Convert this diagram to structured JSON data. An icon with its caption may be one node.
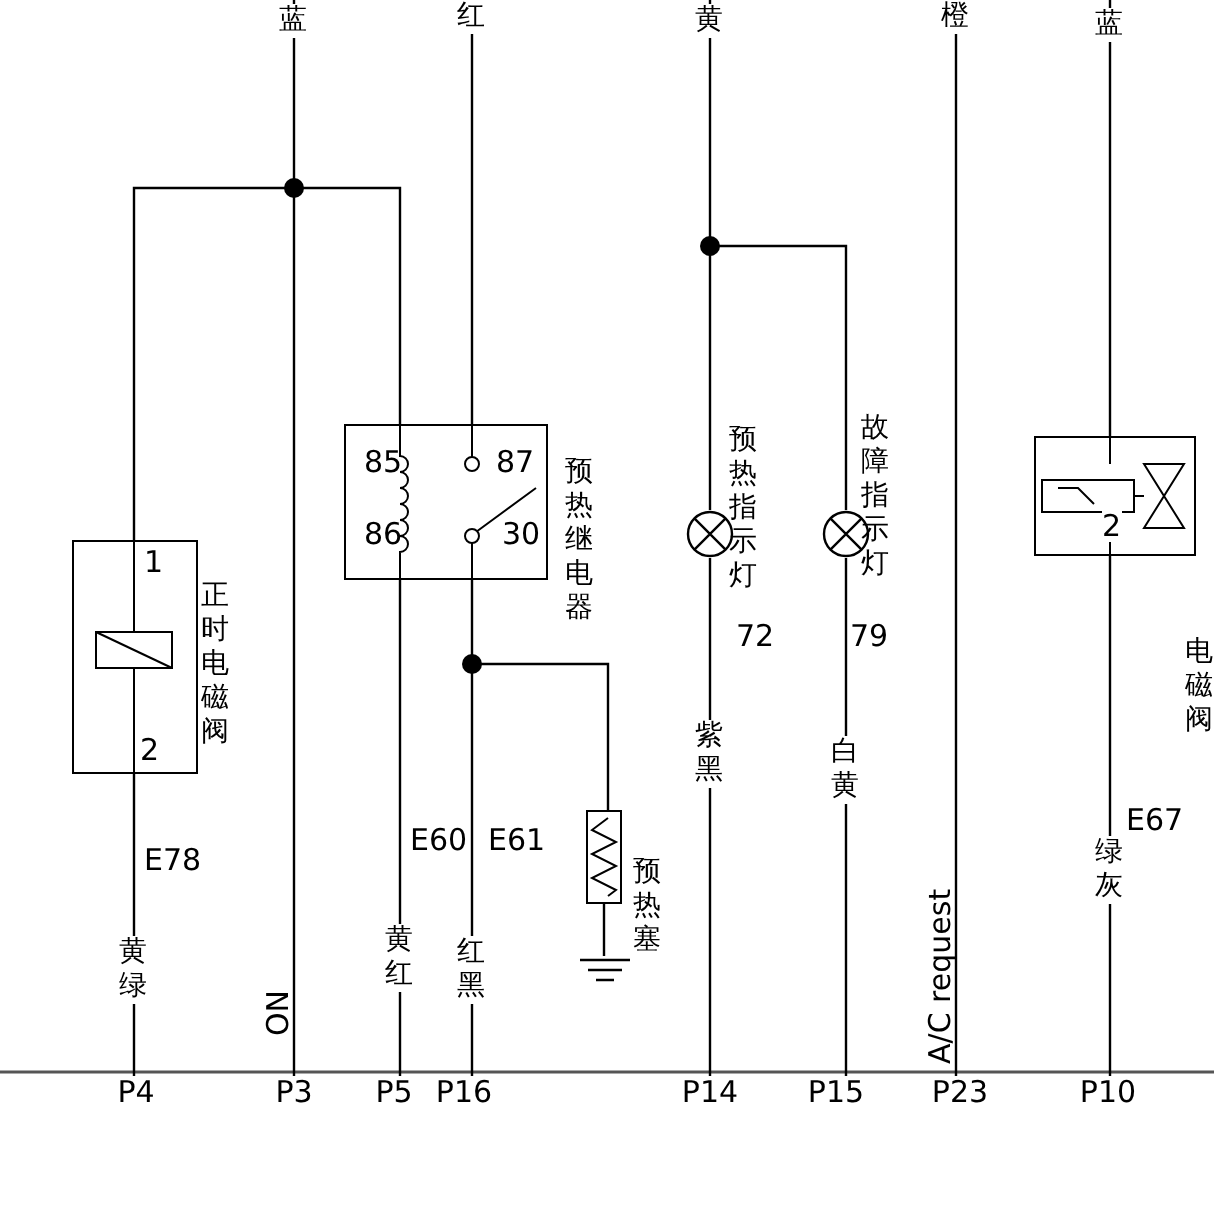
{
  "diagram": {
    "nodes": [
      {
        "text": [
          "1",
          "2"
        ],
        "beside": [
          "正时电磁阀",
          "E78"
        ]
      },
      {
        "text": [
          "85",
          "86",
          "87",
          "30"
        ],
        "beside": [
          "预热继电器"
        ]
      },
      {
        "text": [],
        "shape": "circle",
        "beside": [
          "预热指示灯",
          "72"
        ]
      },
      {
        "text": [],
        "shape": "circle",
        "beside": [
          "故障指示灯",
          "79"
        ]
      },
      {
        "text": [],
        "shape": "box",
        "beside": [
          "预热塞"
        ]
      },
      {
        "text": [
          "2"
        ],
        "beside": [
          "电磁阀"
        ]
      },
      {
        "text": [],
        "shape": "dot"
      },
      {
        "text": [],
        "shape": "dot"
      },
      {
        "text": [],
        "shape": "dot"
      },
      {
        "text": [
          "P4"
        ]
      },
      {
        "text": [
          "P3"
        ]
      },
      {
        "text": [
          "P5"
        ]
      },
      {
        "text": [
          "P16"
        ]
      },
      {
        "text": [
          "P14"
        ]
      },
      {
        "text": [
          "P15"
        ]
      },
      {
        "text": [
          "P23"
        ]
      },
      {
        "text": [
          "P10"
        ]
      },
      {
        "text": [],
        "shape": "ground"
      }
    ],
    "edges": [
      {
        "from": null,
        "to": 6,
        "arrow": "none",
        "label": "蓝"
      },
      {
        "from": 6,
        "to": 0,
        "arrow": "none"
      },
      {
        "from": 6,
        "to": 10,
        "arrow": "none"
      },
      {
        "from": 6,
        "to": 1,
        "arrow": "none"
      },
      {
        "from": null,
        "to": 1,
        "arrow": "none",
        "label": "红"
      },
      {
        "from": 0,
        "to": 9,
        "arrow": "none",
        "label": "黄绿"
      },
      {
        "from": 1,
        "to": 11,
        "arrow": "none",
        "label": "黄红"
      },
      {
        "from": 1,
        "to": 8,
        "arrow": "none"
      },
      {
        "from": 8,
        "to": 12,
        "arrow": "none",
        "label": "红黑"
      },
      {
        "from": 8,
        "to": 4,
        "arrow": "none"
      },
      {
        "from": 4,
        "to": 17,
        "arrow": "none"
      },
      {
        "from": null,
        "to": 7,
        "arrow": "none",
        "label": "黄"
      },
      {
        "from": 7,
        "to": 2,
        "arrow": "none"
      },
      {
        "from": 7,
        "to": 3,
        "arrow": "none"
      },
      {
        "from": 2,
        "to": 13,
        "arrow": "none",
        "label": "紫黑"
      },
      {
        "from": 3,
        "to": 14,
        "arrow": "none",
        "label": "白黄"
      },
      {
        "from": null,
        "to": 15,
        "arrow": "none",
        "label": "橙"
      },
      {
        "from": null,
        "to": 5,
        "arrow": "none",
        "label": "蓝"
      },
      {
        "from": 5,
        "to": 16,
        "arrow": "none",
        "label": "绿灰"
      }
    ],
    "labels": [
      "E60",
      "E61",
      "E67",
      "A/C request",
      "ON"
    ]
  }
}
